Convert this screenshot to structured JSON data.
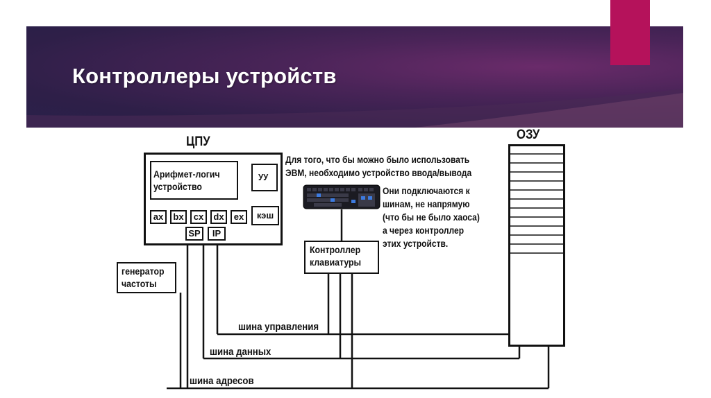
{
  "slide": {
    "title": "Контроллеры устройств"
  },
  "diagram": {
    "cpu_label": "ЦПУ",
    "ram_label": "ОЗУ",
    "alu_label": "Арифмет-логич\nустройство",
    "control_unit_label": "УУ",
    "cache_label": "кэш",
    "registers": [
      "ax",
      "bx",
      "cx",
      "dx",
      "ex"
    ],
    "pointer_registers": [
      "SP",
      "IP"
    ],
    "clock_generator_label": "генератор\nчастоты",
    "keyboard_controller_label": "Контроллер\nклавиатуры",
    "note_top": "Для того, что бы можно было использовать\nЭВМ, необходимо устройство ввода/вывода",
    "note_side": "Они подключаются к\nшинам, не напрямую\n(что бы не было хаоса)\nа через контроллер\nэтих устройств.",
    "buses": {
      "control": "шина управления",
      "data": "шина данных",
      "address": "шина адресов"
    }
  },
  "icons": {
    "keyboard": "keyboard-icon",
    "arrow": "arrow-left-icon"
  },
  "colors": {
    "banner_dark": "#2e1f48",
    "banner_purple": "#6a2b6a",
    "accent": "#b5125b"
  }
}
